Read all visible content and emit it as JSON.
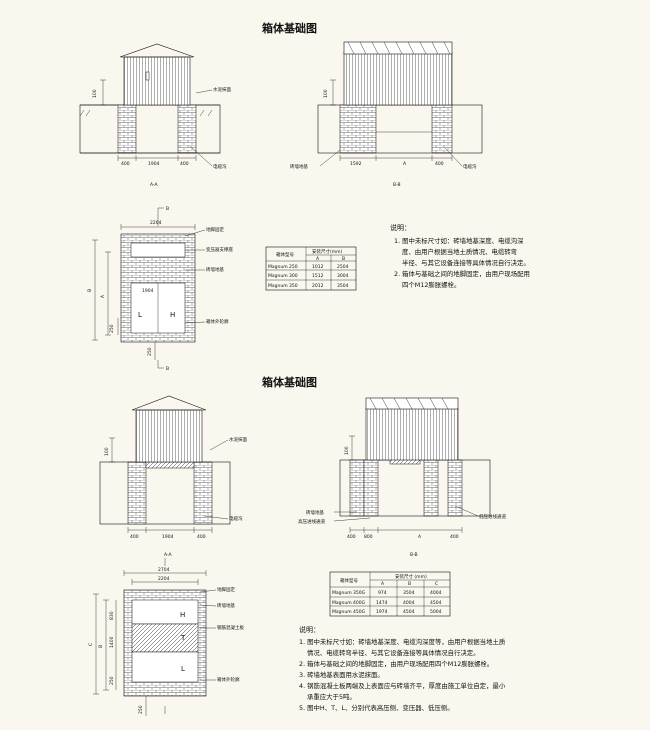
{
  "top": {
    "title": "箱体基础图",
    "section_aa": "A-A",
    "section_bb": "B-B",
    "labels": {
      "cement_plaster": "水泥抹面",
      "cable_trench": "电缆沟",
      "brick_foundation": "砖墙地基",
      "anchor_fix": "地脚固定",
      "transformer_mount": "变压器支撑座",
      "brick_base": "砖墙地基",
      "cable_contour": "箱体外轮廓"
    },
    "dims": {
      "d100": "100",
      "d400": "400",
      "d1904": "1904",
      "d1592": "1592",
      "d2204": "2204",
      "d250": "250",
      "letter_a": "A",
      "letter_b": "B",
      "letter_l": "L",
      "letter_h": "H"
    },
    "table": {
      "header_type": "箱体型号",
      "header_dims": "安装尺寸(mm)",
      "col_a": "A",
      "col_b": "B",
      "rows": [
        {
          "model": "Magnum 250",
          "a": "1012",
          "b": "2504"
        },
        {
          "model": "Magnum 300",
          "a": "1512",
          "b": "3004"
        },
        {
          "model": "Magnum 350",
          "a": "2012",
          "b": "3504"
        }
      ]
    },
    "notes_title": "说明：",
    "notes": [
      "1. 图中未标尺寸如：砖墙地基深度、电缆沟深",
      "度、由用户根据当地土质情况、电缆转弯",
      "半径、与其它设备连接等具体情况自行决定。",
      "2. 箱体与基础之间的地脚固定，由用户现场配用",
      "四个M12膨胀螺栓。"
    ]
  },
  "bottom": {
    "title": "箱体基础图",
    "section_aa": "A-A",
    "section_bb": "B-B",
    "labels": {
      "cement_plaster": "水泥抹面",
      "cable_trench": "电缆沟",
      "brick_foundation": "砖墙地基",
      "hv_trench": "高压进线通道",
      "lv_trench": "低压进线通道",
      "anchor_fix": "地脚固定",
      "brick_base": "砖墙地基",
      "concrete_slab": "钢筋混凝土板",
      "cable_contour": "箱体外轮廓"
    },
    "dims": {
      "d100": "100",
      "d400": "400",
      "d800": "800",
      "d1904": "1904",
      "d2704": "2704",
      "d2204": "2204",
      "d830": "830",
      "d1400": "1400",
      "d250": "250",
      "letter_a": "A",
      "letter_b": "B",
      "letter_c": "C",
      "letter_h": "H",
      "letter_t": "T",
      "letter_l": "L"
    },
    "table": {
      "header_type": "箱体型号",
      "header_dims": "安装尺寸 (mm)",
      "col_a": "A",
      "col_b": "B",
      "col_c": "C",
      "rows": [
        {
          "model": "Magnum 350G",
          "a": "974",
          "b": "3504",
          "c": "4004"
        },
        {
          "model": "Magnum 400G",
          "a": "1474",
          "b": "4004",
          "c": "4504"
        },
        {
          "model": "Magnum 450G",
          "a": "1974",
          "b": "4504",
          "c": "5004"
        }
      ]
    },
    "notes_title": "说明：",
    "notes": [
      "1. 图中未标尺寸如：砖墙地基深度、电缆沟深度等，由用户根据当地土质",
      "情况、电缆转弯半径、与其它设备连接等具体情况自行决定。",
      "2. 箱体与基础之间的地脚固定，由用户现场配用四个M12膨胀螺栓。",
      "3. 砖墙地基表面用水泥抹面。",
      "4. 钢筋混凝土板两端及上表面应与砖墙齐平，厚度由施工单位自定，最小",
      "承重应大于5吨。",
      "5. 图中H、T、L、分别代表高压侧、变压器、低压侧。"
    ]
  }
}
